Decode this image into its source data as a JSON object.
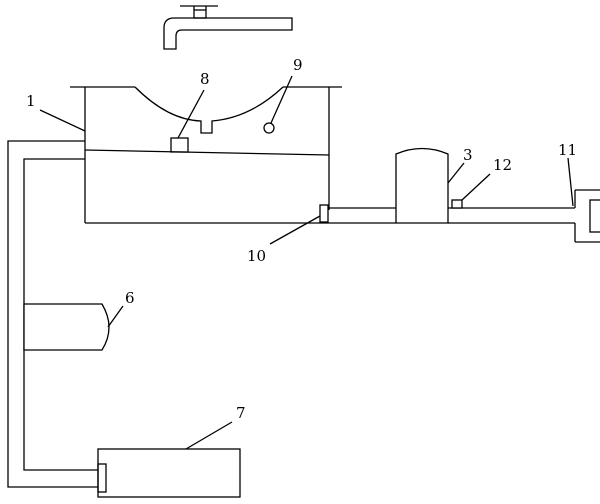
{
  "labels": {
    "l1": "1",
    "l3": "3",
    "l6": "6",
    "l7": "7",
    "l8": "8",
    "l9": "9",
    "l10": "10",
    "l11": "11",
    "l12": "12"
  }
}
